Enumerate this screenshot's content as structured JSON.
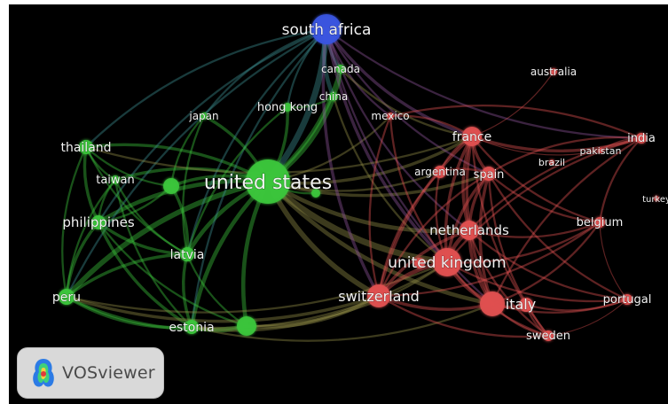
{
  "brand": {
    "name": "VOSviewer"
  },
  "colors": {
    "cluster_green": "#3cc43c",
    "cluster_red": "#e05050",
    "cluster_blue": "#3a55e0",
    "background": "#000000"
  },
  "nodes": [
    {
      "id": "south africa",
      "label": "south africa",
      "cluster": "blue"
    },
    {
      "id": "canada",
      "label": "canada",
      "cluster": "green"
    },
    {
      "id": "china",
      "label": "china",
      "cluster": "green"
    },
    {
      "id": "hong kong",
      "label": "hong kong",
      "cluster": "green"
    },
    {
      "id": "japan",
      "label": "japan",
      "cluster": "green"
    },
    {
      "id": "thailand",
      "label": "thailand",
      "cluster": "green"
    },
    {
      "id": "taiwan",
      "label": "taiwan",
      "cluster": "green"
    },
    {
      "id": "united states",
      "label": "united states",
      "cluster": "green"
    },
    {
      "id": "philippines",
      "label": "philippines",
      "cluster": "green"
    },
    {
      "id": "latvia",
      "label": "latvia",
      "cluster": "green"
    },
    {
      "id": "peru",
      "label": "peru",
      "cluster": "green"
    },
    {
      "id": "estonia",
      "label": "estonia",
      "cluster": "green"
    },
    {
      "id": "mexico",
      "label": "mexico",
      "cluster": "red"
    },
    {
      "id": "australia",
      "label": "australia",
      "cluster": "red"
    },
    {
      "id": "france",
      "label": "france",
      "cluster": "red"
    },
    {
      "id": "india",
      "label": "india",
      "cluster": "red"
    },
    {
      "id": "pakistan",
      "label": "pakistan",
      "cluster": "red"
    },
    {
      "id": "brazil",
      "label": "brazil",
      "cluster": "red"
    },
    {
      "id": "argentina",
      "label": "argentina",
      "cluster": "red"
    },
    {
      "id": "spain",
      "label": "spain",
      "cluster": "red"
    },
    {
      "id": "turkey",
      "label": "turkey",
      "cluster": "red"
    },
    {
      "id": "belgium",
      "label": "belgium",
      "cluster": "red"
    },
    {
      "id": "netherlands",
      "label": "netherlands",
      "cluster": "red"
    },
    {
      "id": "united kingdom",
      "label": "united kingdom",
      "cluster": "red"
    },
    {
      "id": "switzerland",
      "label": "switzerland",
      "cluster": "red"
    },
    {
      "id": "italy",
      "label": "italy",
      "cluster": "red"
    },
    {
      "id": "portugal",
      "label": "portugal",
      "cluster": "red"
    },
    {
      "id": "sweden",
      "label": "sweden",
      "cluster": "red"
    }
  ]
}
